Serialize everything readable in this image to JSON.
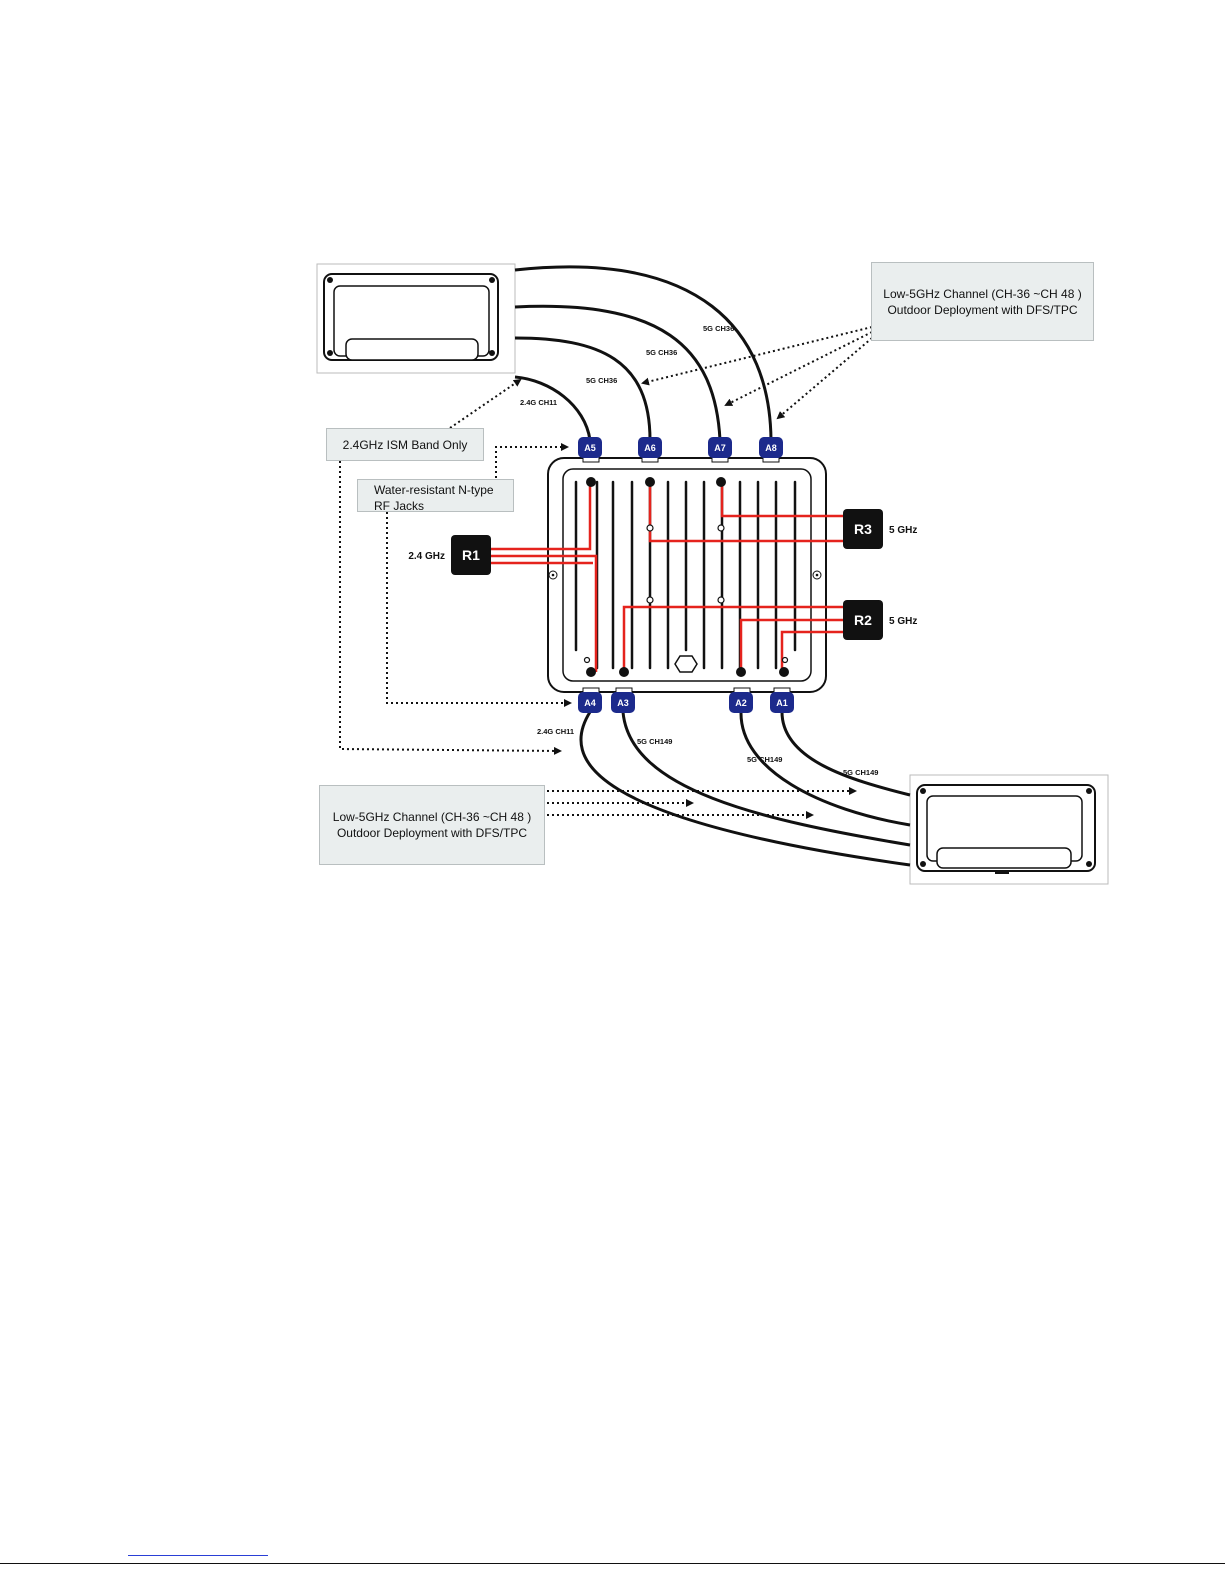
{
  "callouts": {
    "top_right": {
      "line1": "Low-5GHz Channel (CH-36 ~CH 48 )",
      "line2": "Outdoor Deployment with DFS/TPC"
    },
    "bottom_left": {
      "line1": "Low-5GHz Channel (CH-36 ~CH 48 )",
      "line2": "Outdoor Deployment with DFS/TPC"
    },
    "ism": "2.4GHz ISM Band Only",
    "jacks": {
      "line1": "Water-resistant N-type",
      "line2": "RF Jacks"
    }
  },
  "ports": {
    "a1": "A1",
    "a2": "A2",
    "a3": "A3",
    "a4": "A4",
    "a5": "A5",
    "a6": "A6",
    "a7": "A7",
    "a8": "A8"
  },
  "radios": {
    "r1": "R1",
    "r2": "R2",
    "r3": "R3"
  },
  "radio_freqs": {
    "r1": "2.4 GHz",
    "r2": "5 GHz",
    "r3": "5 GHz"
  },
  "cable_labels": {
    "a5": "2.4G CH11",
    "a6": "5G CH36",
    "a7": "5G CH36",
    "a8": "5G CH36",
    "a4": "2.4G CH11",
    "a3": "5G CH149",
    "a2": "5G CH149",
    "a1": "5G CH149"
  },
  "colors": {
    "port": "#1c2a8c",
    "rf_trace": "#e5231d",
    "radio": "#111111",
    "callout_bg": "#eaeeee"
  }
}
